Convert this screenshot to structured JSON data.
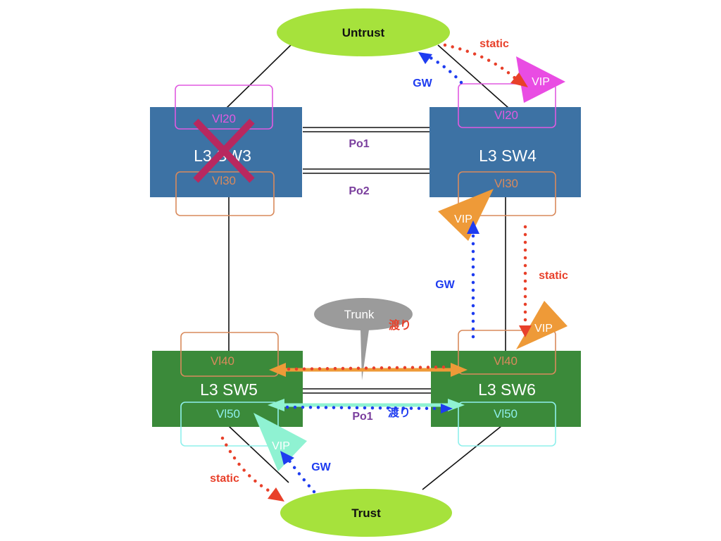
{
  "nodes": {
    "untrust": "Untrust",
    "trust": "Trust",
    "sw3": "L3 SW3",
    "sw4": "L3 SW4",
    "sw5": "L3 SW5",
    "sw6": "L3 SW6",
    "trunk": "Trunk"
  },
  "vlans": {
    "sw3_top": "Vl20",
    "sw3_bottom": "Vl30",
    "sw4_top": "Vl20",
    "sw4_bottom": "Vl30",
    "sw5_top": "Vl40",
    "sw5_bottom": "Vl50",
    "sw6_top": "Vl40",
    "sw6_bottom": "Vl50"
  },
  "links": {
    "po1_top": "Po1",
    "po2": "Po2",
    "po1_bottom": "Po1"
  },
  "annotations": {
    "static_top": "static",
    "gw_top": "GW",
    "static_right": "static",
    "gw_right": "GW",
    "watari_top": "渡り",
    "watari_bottom": "渡り",
    "gw_bottom": "GW",
    "static_bottom": "static"
  },
  "vip": {
    "top": "VIP",
    "mid_left": "VIP",
    "mid_right": "VIP",
    "bottom": "VIP"
  },
  "colors": {
    "switch_blue": "#3d72a4",
    "switch_green": "#3b8a3a",
    "cloud_green": "#a6e23c",
    "vlan20": "#e05ae0",
    "vlan30": "#d98a5c",
    "vlan50": "#8ff0ec",
    "vip_magenta": "#e94ce3",
    "vip_orange": "#ee9a38",
    "vip_mint": "#8ff2d2",
    "static_red": "#e8402a",
    "gw_blue": "#1e3cf0",
    "failed_cross": "#b8285f"
  }
}
